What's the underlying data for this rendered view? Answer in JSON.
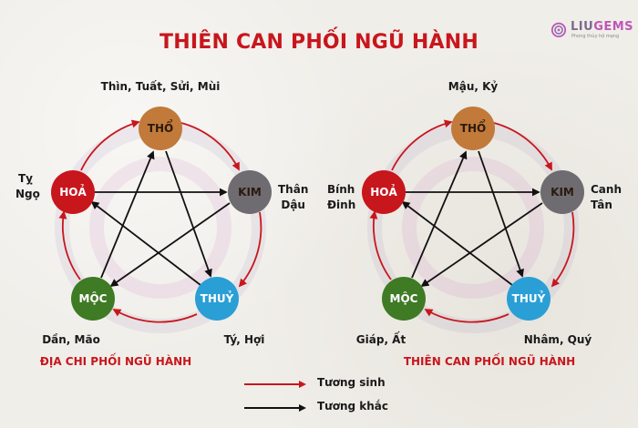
{
  "header": {
    "title": "THIÊN CAN PHỐI NGŨ HÀNH",
    "logo": {
      "brand_part1": "LIU",
      "brand_part2": "GEMS",
      "tagline": "Phong thủy hộ mạng"
    }
  },
  "colors": {
    "title_red": "#c8161d",
    "generating_arrow": "#c8161d",
    "controlling_arrow": "#111111",
    "tho": "#c17a3a",
    "hoa": "#c8161d",
    "kim": "#6e6c70",
    "moc": "#3f7a24",
    "thuy": "#2a9fd6"
  },
  "elements": {
    "tho": "THỔ",
    "hoa": "HOẢ",
    "kim": "KIM",
    "moc": "MỘC",
    "thuy": "THUỶ"
  },
  "left_diagram": {
    "caption": "ĐỊA CHI PHỐI NGŨ HÀNH",
    "labels": {
      "tho": "Thìn, Tuất, Sửi, Mùi",
      "hoa_line1": "Tỵ",
      "hoa_line2": "Ngọ",
      "kim_line1": "Thân",
      "kim_line2": "Dậu",
      "moc": "Dần, Mão",
      "thuy": "Tý, Hợi"
    }
  },
  "right_diagram": {
    "caption": "THIÊN CAN PHỐI NGŨ HÀNH",
    "labels": {
      "tho": "Mậu, Kỷ",
      "hoa_line1": "Bính",
      "hoa_line2": "Đinh",
      "kim_line1": "Canh",
      "kim_line2": "Tân",
      "moc": "Giáp, Ất",
      "thuy": "Nhâm, Quý"
    }
  },
  "legend": {
    "generating": "Tương sinh",
    "controlling": "Tương khắc"
  }
}
